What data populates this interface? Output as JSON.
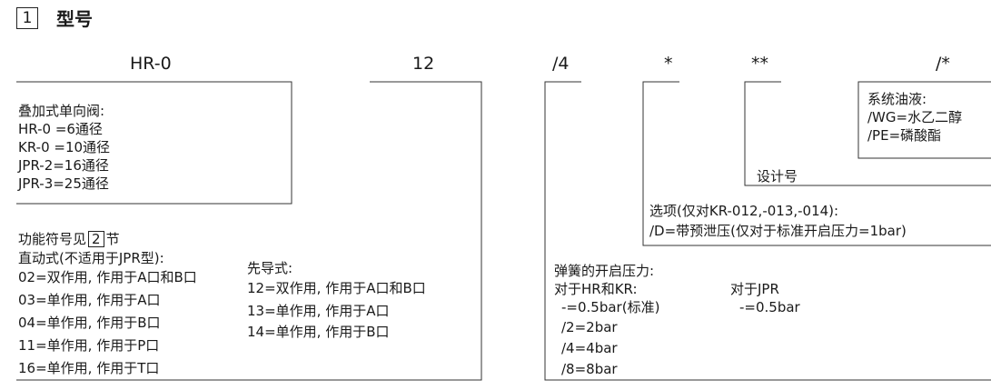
{
  "section": {
    "number": "1",
    "title": "型号"
  },
  "code_parts": [
    "HR-0",
    "12",
    "/4",
    "*",
    "**",
    "/*"
  ],
  "fluid": {
    "title": "系统油液:",
    "lines": [
      "/WG=水乙二醇",
      "/PE=磷酸酯"
    ]
  },
  "design": {
    "label": "设计号"
  },
  "options": {
    "title": "选项(仅对KR-012,-013,-014):",
    "line": "/D=带预泄压(仅对于标准开启压力=1bar)"
  },
  "valve": {
    "title": "叠加式单向阀:",
    "lines": [
      "HR-0 =6通径",
      "KR-0 =10通径",
      "JPR-2=16通径",
      "JPR-3=25通径"
    ]
  },
  "function": {
    "title_pre": "功能符号见",
    "ref": "2",
    "title_post": "节",
    "direct_title": "直动式(不适用于JPR型):",
    "direct_lines": [
      "02=双作用, 作用于A口和B口",
      "03=单作用, 作用于A口",
      "04=单作用, 作用于B口",
      "11=单作用, 作用于P口",
      "16=单作用, 作用于T口"
    ],
    "pilot_title": "先导式:",
    "pilot_lines": [
      "12=双作用, 作用于A口和B口",
      "13=单作用, 作用于A口",
      "14=单作用, 作用于B口"
    ]
  },
  "spring": {
    "title": "弹簧的开启压力:",
    "hr_title": "对于HR和KR:",
    "hr_lines": [
      "-=0.5bar(标准)",
      "/2=2bar",
      "/4=4bar",
      "/8=8bar"
    ],
    "jpr_title": "对于JPR",
    "jpr_lines": [
      "-=0.5bar"
    ]
  }
}
